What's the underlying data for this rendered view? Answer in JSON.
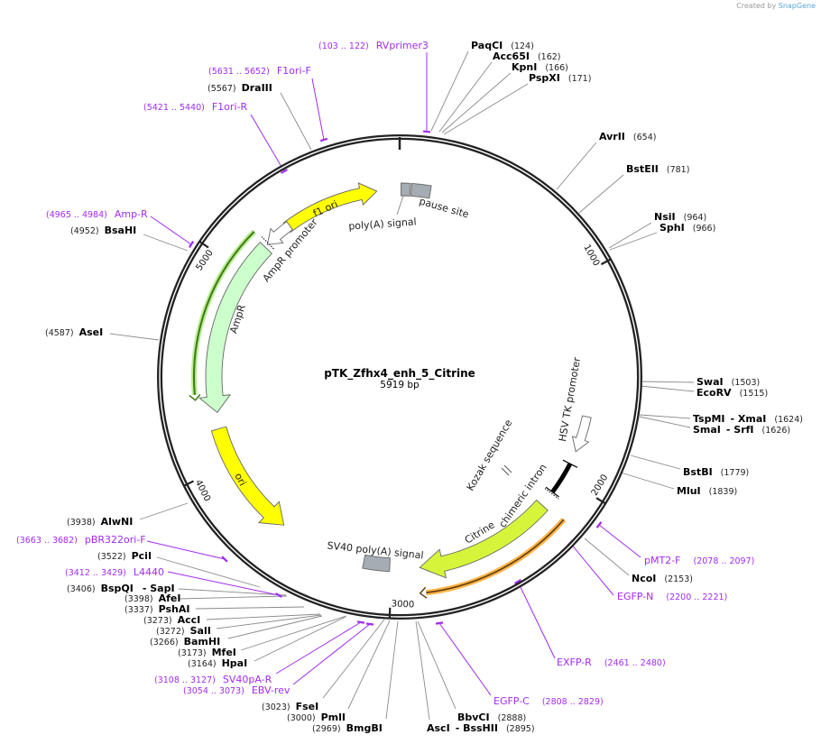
{
  "branding": {
    "prefix": "Created by",
    "name": "SnapGene"
  },
  "plasmid": {
    "name": "pTK_Zfhx4_enh_5_Citrine",
    "length": "5919 bp"
  },
  "ticks": [
    "1000",
    "2000",
    "3000",
    "4000",
    "5000"
  ],
  "sites": [
    {
      "name": "PaqCI",
      "pos": "(124)"
    },
    {
      "name": "Acc65I",
      "pos": "(162)"
    },
    {
      "name": "KpnI",
      "pos": "(166)"
    },
    {
      "name": "PspXI",
      "pos": "(171)"
    },
    {
      "name": "AvrII",
      "pos": "(654)"
    },
    {
      "name": "BstEII",
      "pos": "(781)"
    },
    {
      "name": "NsiI",
      "pos": "(964)"
    },
    {
      "name": "SphI",
      "pos": "(966)"
    },
    {
      "name": "SwaI",
      "pos": "(1503)"
    },
    {
      "name": "EcoRV",
      "pos": "(1515)"
    },
    {
      "name": "TspMI",
      "alt": "- XmaI",
      "pos": "(1624)"
    },
    {
      "name": "SmaI",
      "alt": "- SrfI",
      "pos": "(1626)"
    },
    {
      "name": "BstBI",
      "pos": "(1779)"
    },
    {
      "name": "MluI",
      "pos": "(1839)"
    },
    {
      "name": "NcoI",
      "pos": "(2153)"
    },
    {
      "name": "BbvCI",
      "pos": "(2888)"
    },
    {
      "name": "AscI",
      "alt": "- BssHII",
      "pos": "(2895)"
    },
    {
      "name": "BmgBI",
      "pos": "(2969)"
    },
    {
      "name": "PmlI",
      "pos": "(3000)"
    },
    {
      "name": "FseI",
      "pos": "(3023)"
    },
    {
      "name": "HpaI",
      "pos": "(3164)"
    },
    {
      "name": "MfeI",
      "pos": "(3173)"
    },
    {
      "name": "BamHI",
      "pos": "(3266)"
    },
    {
      "name": "SalI",
      "pos": "(3272)"
    },
    {
      "name": "AccI",
      "pos": "(3273)"
    },
    {
      "name": "PshAI",
      "pos": "(3337)"
    },
    {
      "name": "AfeI",
      "pos": "(3398)"
    },
    {
      "name": "BspQI",
      "alt": "- SapI",
      "pos": "(3406)"
    },
    {
      "name": "PciI",
      "pos": "(3522)"
    },
    {
      "name": "AlwNI",
      "pos": "(3938)"
    },
    {
      "name": "AseI",
      "pos": "(4587)"
    },
    {
      "name": "BsaHI",
      "pos": "(4952)"
    },
    {
      "name": "DraIII",
      "pos": "(5567)"
    }
  ],
  "primers": [
    {
      "name": "RVprimer3",
      "range": "(103 .. 122)"
    },
    {
      "name": "F1ori-F",
      "range": "(5631 .. 5652)"
    },
    {
      "name": "F1ori-R",
      "range": "(5421 .. 5440)"
    },
    {
      "name": "Amp-R",
      "range": "(4965 .. 4984)"
    },
    {
      "name": "pBR322ori-F",
      "range": "(3663 .. 3682)"
    },
    {
      "name": "L4440",
      "range": "(3412 .. 3429)"
    },
    {
      "name": "SV40pA-R",
      "range": "(3108 .. 3127)"
    },
    {
      "name": "EBV-rev",
      "range": "(3054 .. 3073)"
    },
    {
      "name": "pMT2-F",
      "range": "(2078 .. 2097)"
    },
    {
      "name": "EGFP-N",
      "range": "(2200 .. 2221)"
    },
    {
      "name": "EXFP-R",
      "range": "(2461 .. 2480)"
    },
    {
      "name": "EGFP-C",
      "range": "(2808 .. 2829)"
    }
  ],
  "features": [
    {
      "label": "f1 ori",
      "color": "#ffff00"
    },
    {
      "label": "AmpR promoter",
      "color": "#ffffff"
    },
    {
      "label": "AmpR",
      "color": "#ccffcc"
    },
    {
      "label": "ori",
      "color": "#ffff00"
    },
    {
      "label": "SV40 poly(A) signal",
      "color": "#a6acb3"
    },
    {
      "label": "Citrine",
      "color": "#d6f53a"
    },
    {
      "label": "chimeric intron",
      "color": "#000000"
    },
    {
      "label": "Kozak sequence",
      "color": "#ffffff"
    },
    {
      "label": "HSV TK promoter",
      "color": "#ffffff"
    },
    {
      "label": "pause site",
      "color": "#a6acb3"
    },
    {
      "label": "poly(A) signal",
      "color": "#a6acb3"
    }
  ],
  "colors": {
    "backbone": "#222222",
    "primer": "#a12bf2",
    "site_line": "#808080",
    "orf_outline_green": "#3f7a16",
    "orf_outline_orange": "#ffb347"
  }
}
